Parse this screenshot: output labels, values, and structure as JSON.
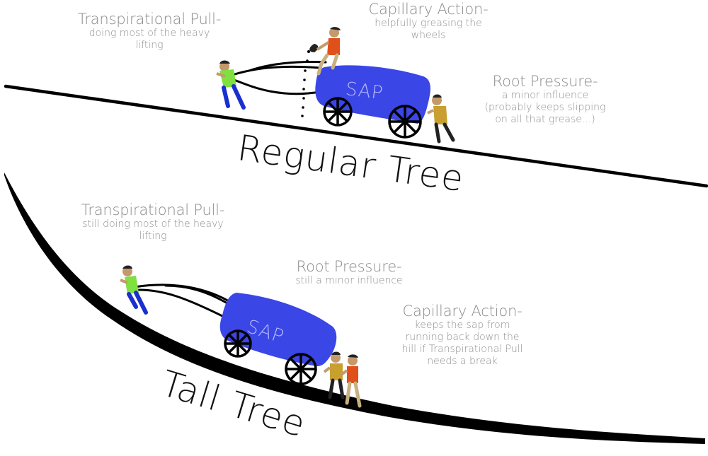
{
  "regular": {
    "title": "Regular Tree",
    "cart_label": "SAP",
    "labels": {
      "transpirational": {
        "heading": "Transpirational Pull-",
        "lines": [
          "doing most of the heavy",
          "lifting"
        ]
      },
      "capillary": {
        "heading": "Capillary Action-",
        "lines": [
          "helpfully greasing the",
          "wheels"
        ]
      },
      "root": {
        "heading": "Root Pressure-",
        "lines": [
          "a minor influence",
          "(probably keeps slipping",
          "on all that grease...)"
        ]
      }
    }
  },
  "tall": {
    "title": "Tall Tree",
    "cart_label": "SAP",
    "labels": {
      "transpirational": {
        "heading": "Transpirational Pull-",
        "lines": [
          "still doing most of the heavy",
          "lifting"
        ]
      },
      "root": {
        "heading": "Root Pressure-",
        "lines": [
          "still a minor influence"
        ]
      },
      "capillary": {
        "heading": "Capillary Action-",
        "lines": [
          "keeps the sap from",
          "running back down the",
          "hill if Transpirational Pull",
          "needs a break"
        ]
      }
    }
  },
  "colors": {
    "sap": "#3a46e6",
    "ground": "#000000",
    "label_text": "#8c8c8c",
    "shirt_green": "#7fe040",
    "shirt_orange": "#e0501a",
    "shirt_ochre": "#c9a030",
    "pants_blue": "#1a2fd0"
  }
}
